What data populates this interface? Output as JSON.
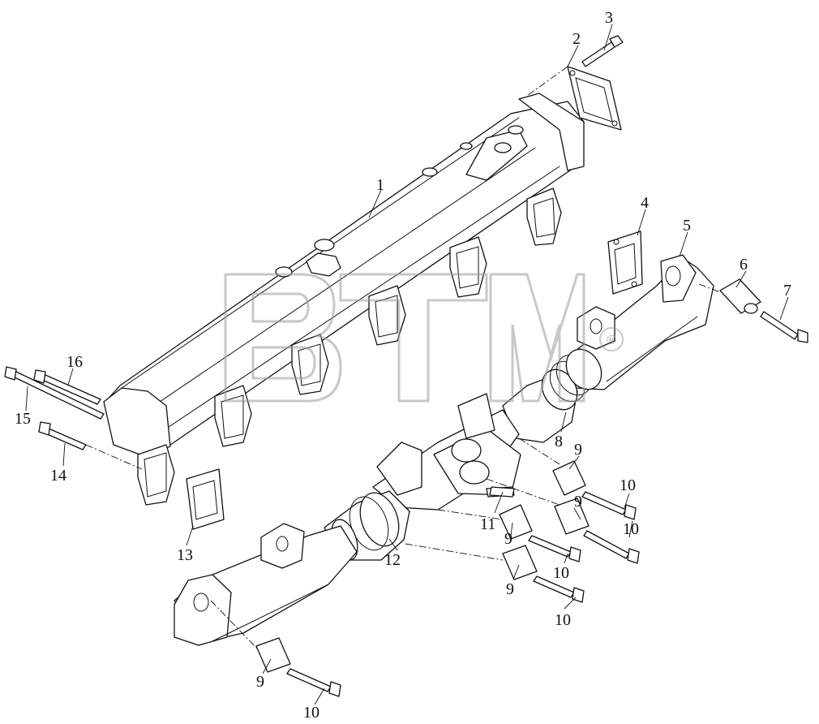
{
  "diagram": {
    "watermark": {
      "text": "BTM",
      "mark": "®"
    },
    "callouts": {
      "c1": "1",
      "c2": "2",
      "c3": "3",
      "c4": "4",
      "c5": "5",
      "c6": "6",
      "c7": "7",
      "c8": "8",
      "c9a": "9",
      "c9b": "9",
      "c9c": "9",
      "c9d": "9",
      "c9e": "9",
      "c10a": "10",
      "c10b": "10",
      "c10c": "10",
      "c10d": "10",
      "c10e": "10",
      "c11": "11",
      "c12": "12",
      "c13": "13",
      "c14": "14",
      "c15": "15",
      "c16": "16"
    }
  }
}
